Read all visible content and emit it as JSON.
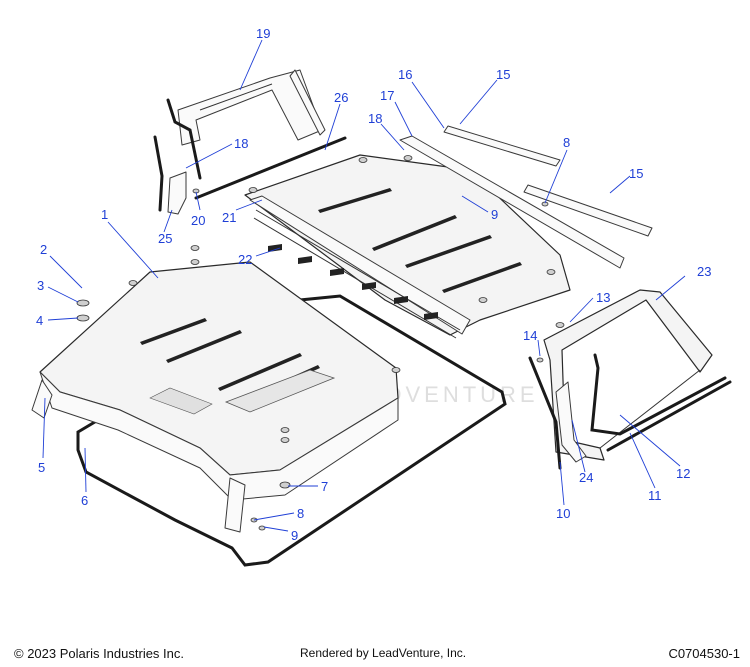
{
  "callouts": {
    "c1": "1",
    "c2": "2",
    "c3": "3",
    "c4": "4",
    "c5": "5",
    "c6": "6",
    "c7": "7",
    "c8a": "8",
    "c8b": "8",
    "c9a": "9",
    "c9b": "9",
    "c10": "10",
    "c11": "11",
    "c12": "12",
    "c13": "13",
    "c14": "14",
    "c15a": "15",
    "c15b": "15",
    "c16": "16",
    "c17": "17",
    "c18a": "18",
    "c18b": "18",
    "c19": "19",
    "c20": "20",
    "c21": "21",
    "c22": "22",
    "c23": "23",
    "c24": "24",
    "c25": "25",
    "c26": "26"
  },
  "watermark": "LEADVENTURE",
  "footer": {
    "copyright": "© 2023 Polaris Industries Inc.",
    "rendered_by": "Rendered by LeadVenture, Inc.",
    "ref_code": "C0704530-1"
  },
  "colors": {
    "callout": "#1f3fd6",
    "line_art": "#2a2a2a",
    "watermark": "#d9d9d9"
  }
}
